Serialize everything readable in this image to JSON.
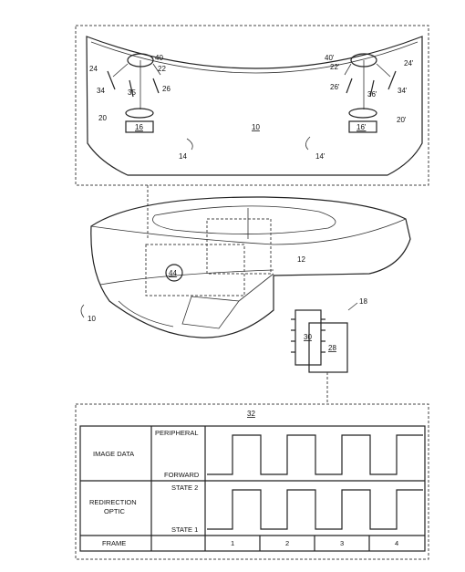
{
  "visor_panel": {
    "ref_visor": "10",
    "ref_dev_left": "16",
    "ref_dev_right": "16'",
    "ref_arrow_left": "14",
    "ref_arrow_right": "14'",
    "left_labels": {
      "l40": "40",
      "l24": "24",
      "l22": "22",
      "l34": "34",
      "l35": "35",
      "l26": "26",
      "l20": "20"
    },
    "right_labels": {
      "l40": "40'",
      "l24": "24'",
      "l22": "22'",
      "l34": "34'",
      "l35": "36'",
      "l26": "26'",
      "l20": "20'"
    }
  },
  "headset": {
    "ref_body": "12",
    "ref_circle": "44",
    "ref_device": "10",
    "ref_controller": "18",
    "ref_chip": "30",
    "ref_board": "28"
  },
  "timing_panel": {
    "ref": "32",
    "row1_label": "IMAGE DATA",
    "row1_top": "PERIPHERAL",
    "row1_bottom": "FORWARD",
    "row2_label_a": "REDIRECTION",
    "row2_label_b": "OPTIC",
    "row2_top": "STATE 2",
    "row2_bottom": "STATE 1",
    "frame_label": "FRAME",
    "frames": [
      "1",
      "2",
      "3",
      "4"
    ]
  }
}
